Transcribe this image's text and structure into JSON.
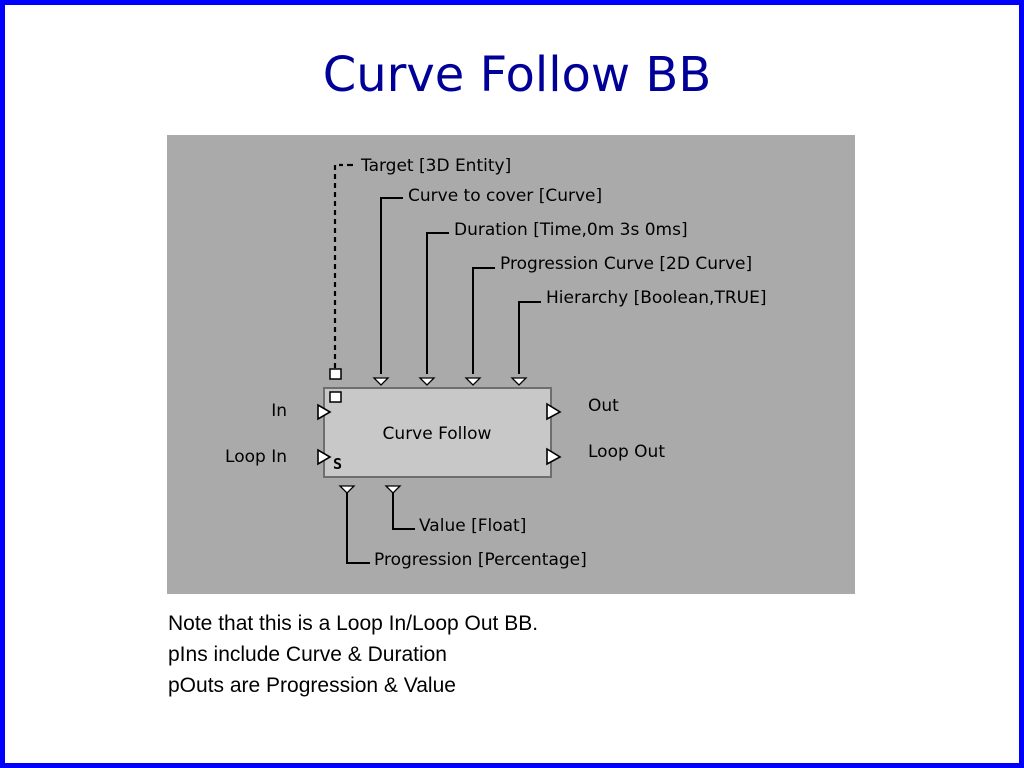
{
  "slide": {
    "title": "Curve Follow BB",
    "notes": [
      "Note that this is a Loop In/Loop Out BB.",
      "pIns include Curve & Duration",
      "pOuts are Progression & Value"
    ]
  },
  "diagram": {
    "block_name": "Curve Follow",
    "target_label": "Target [3D Entity]",
    "parameters_in": [
      "Curve to cover [Curve]",
      "Duration [Time,0m 3s 0ms]",
      "Progression Curve [2D Curve]",
      "Hierarchy [Boolean,TRUE]"
    ],
    "inputs": [
      "In",
      "Loop In"
    ],
    "outputs": [
      "Out",
      "Loop Out"
    ],
    "parameters_out": [
      "Value [Float]",
      "Progression [Percentage]"
    ],
    "loop_input_marker": "S",
    "colors": {
      "frame_border": "#0000ff",
      "title": "#000099",
      "diagram_background": "#aaaaaa",
      "block_fill": "#c8c8c8"
    }
  }
}
